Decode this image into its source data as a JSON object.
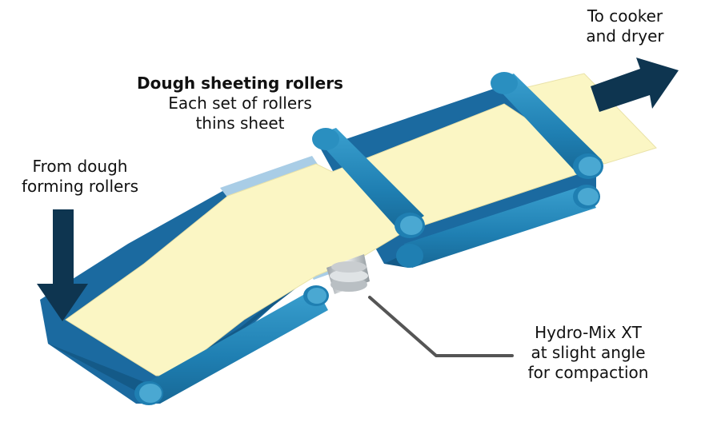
{
  "labels": {
    "sheeting": {
      "title": "Dough sheeting rollers",
      "line1": "Each set of rollers",
      "line2": "thins sheet"
    },
    "forming": {
      "line1": "From dough",
      "line2": "forming rollers"
    },
    "cooker": {
      "line1": "To cooker",
      "line2": "and dryer"
    },
    "hydromix": {
      "line1": "Hydro-Mix XT",
      "line2": "at slight angle",
      "line3": "for compaction"
    }
  },
  "colors": {
    "dough_sheet": "#fbf6c4",
    "conveyor_belt": "#1b6aa0",
    "roller": "#2a8fc0",
    "roller_end": "#4aa8d2",
    "belt_edge_light": "#a9cde6",
    "arrow": "#0e3550",
    "leader_line": "#555555",
    "nozzle": "#cfd3d6"
  }
}
